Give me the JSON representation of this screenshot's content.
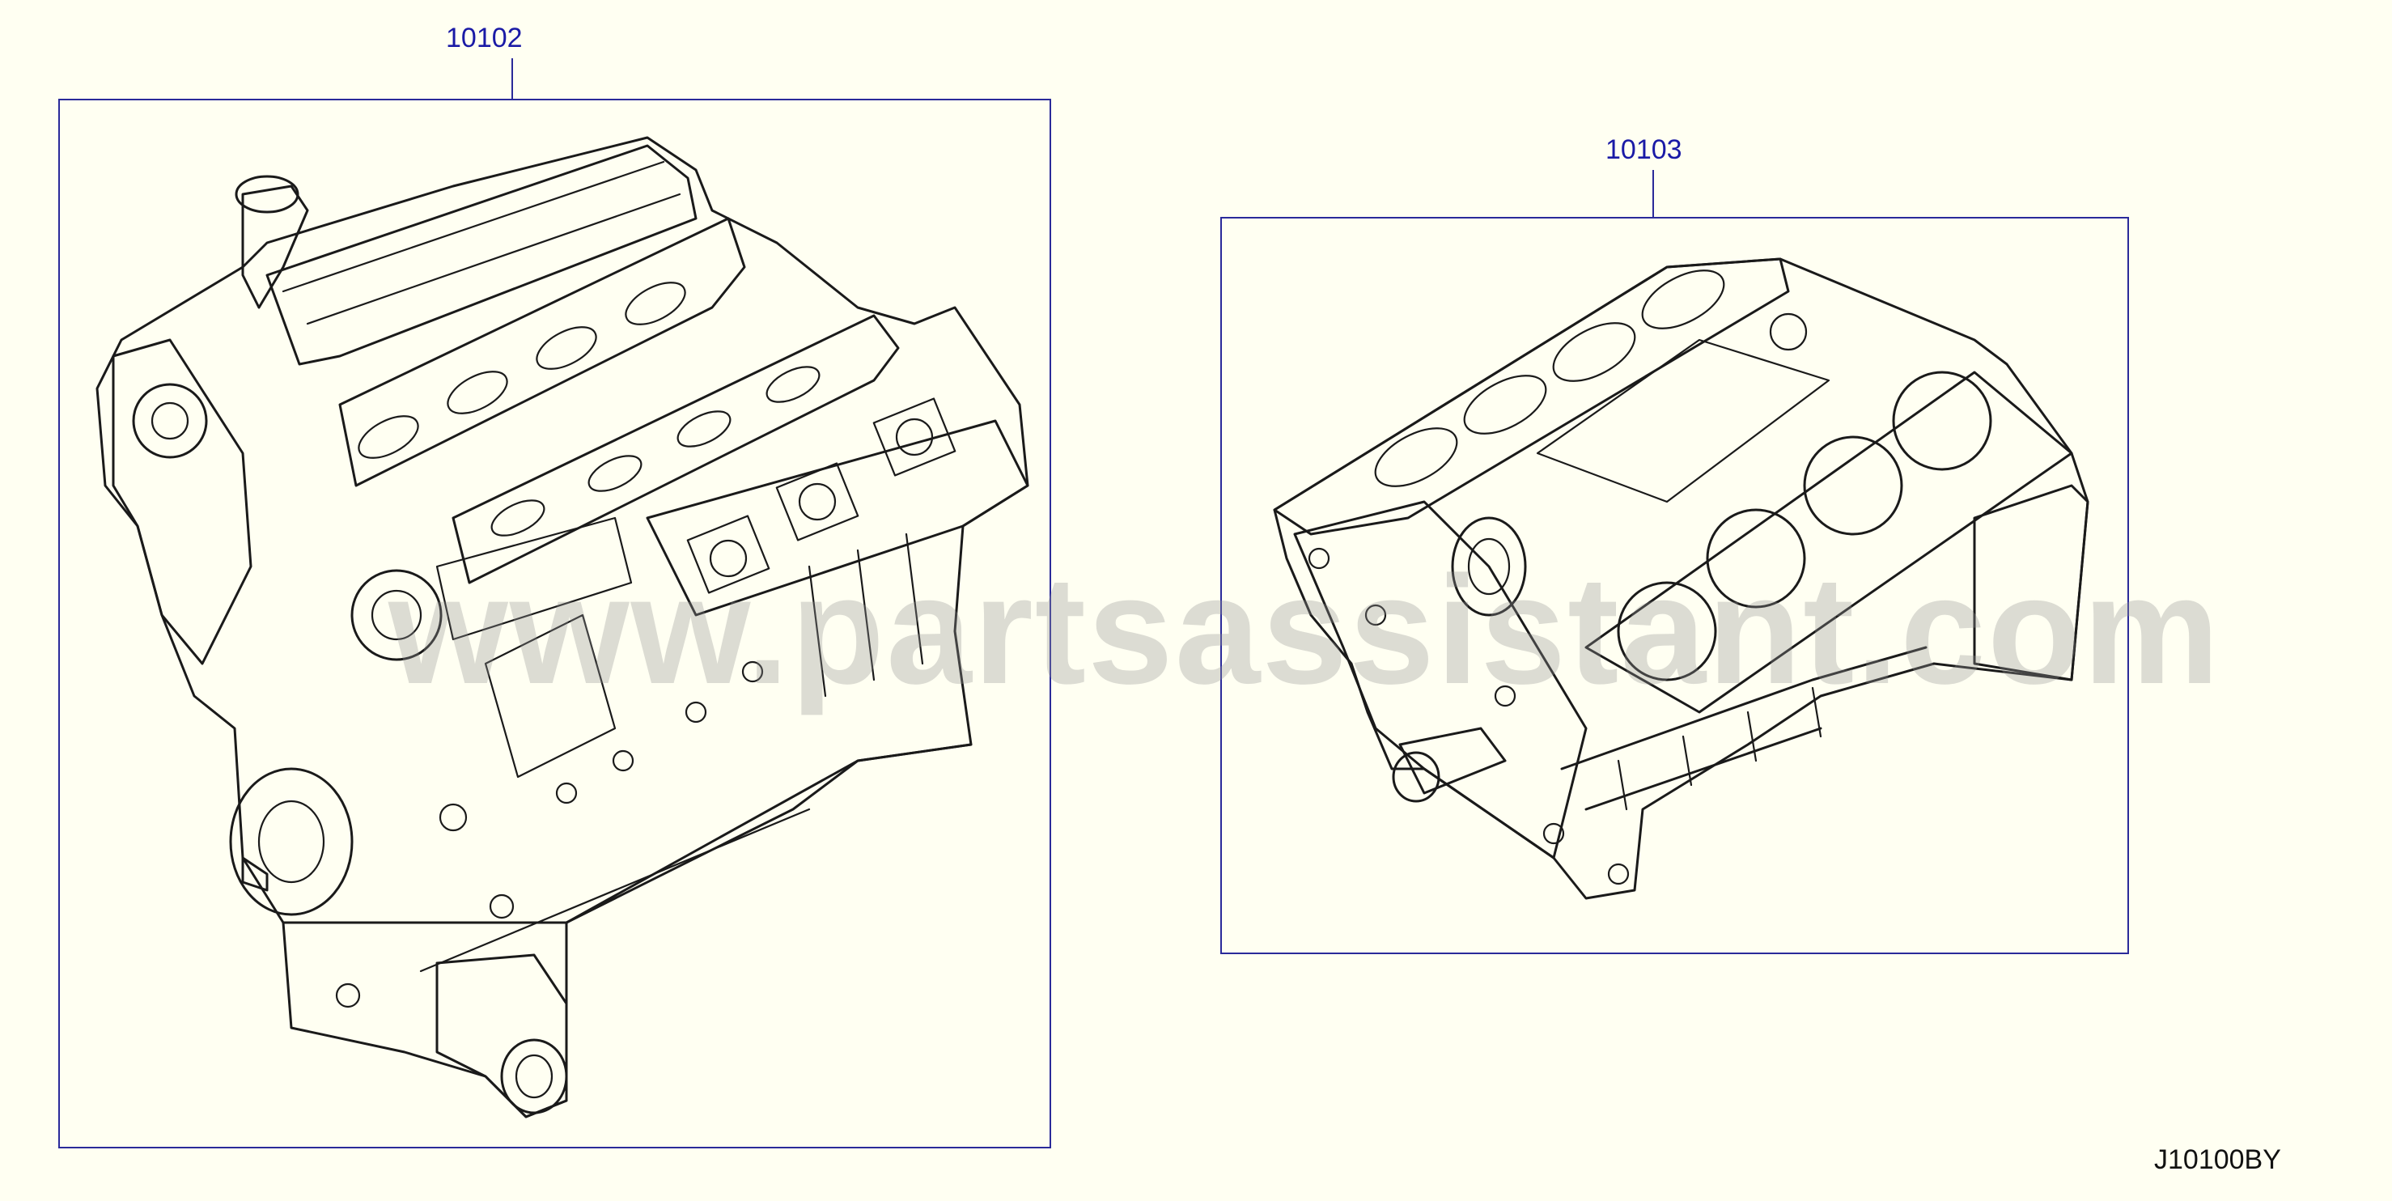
{
  "callouts": [
    {
      "part_number": "10102",
      "color": "#1a1aa6"
    },
    {
      "part_number": "10103",
      "color": "#1a1aa6"
    }
  ],
  "diagram_code": "J10100BY",
  "watermark": "www.partsassistant.com",
  "colors": {
    "background": "#fffff2",
    "frame": "#2a2a9a",
    "linework": "#1a1a1a"
  }
}
